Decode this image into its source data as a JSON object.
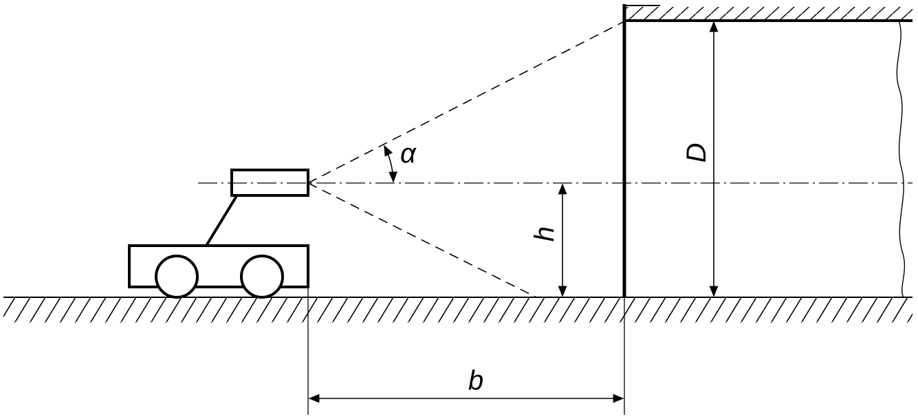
{
  "labels": {
    "alpha": "α",
    "h": "h",
    "D": "D",
    "b": "b"
  },
  "colors": {
    "stroke": "#000000",
    "background": "#ffffff"
  }
}
